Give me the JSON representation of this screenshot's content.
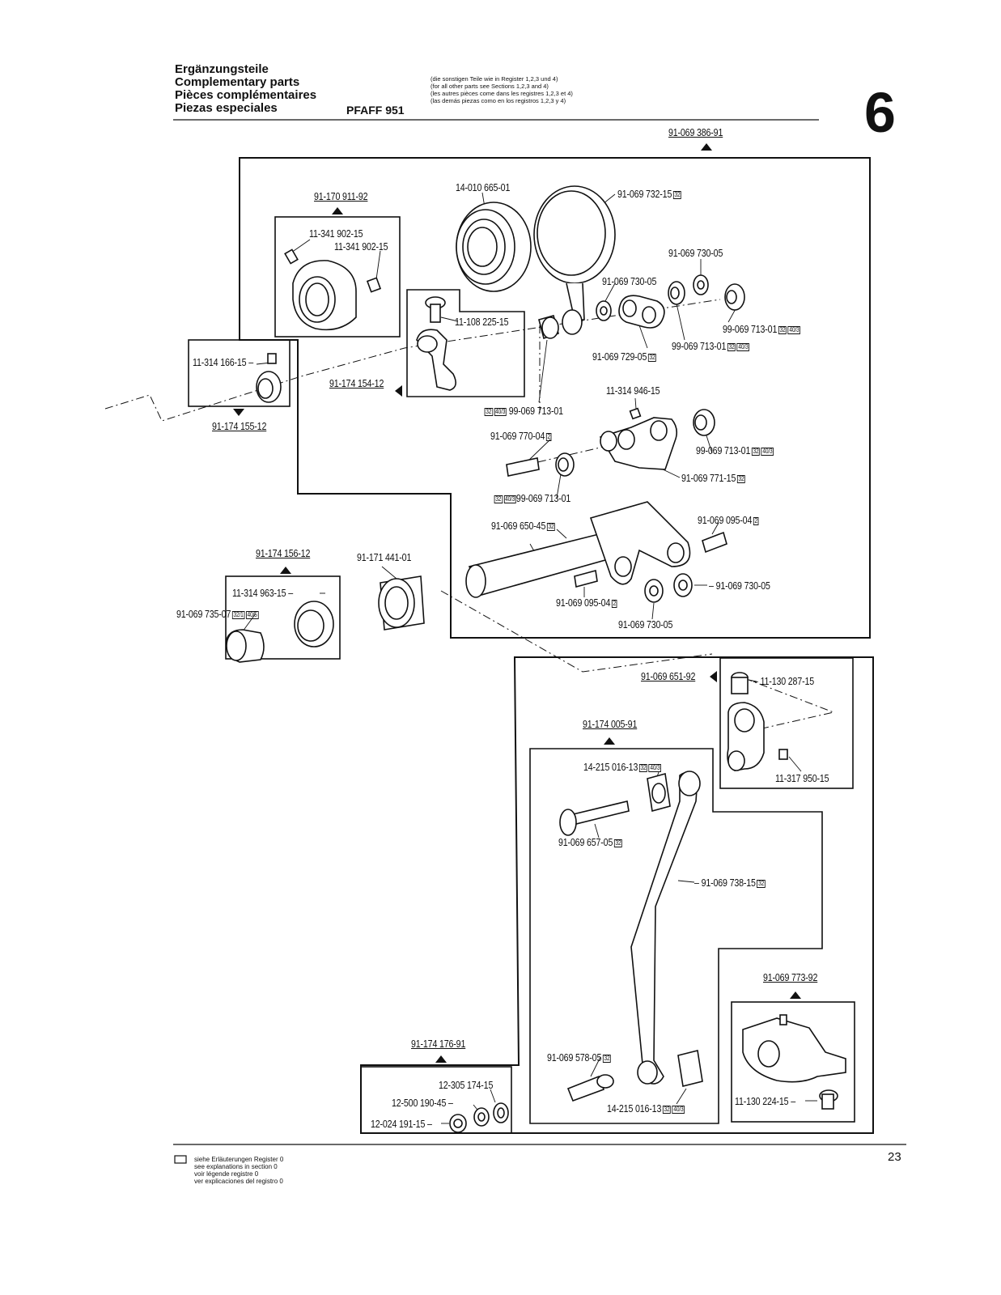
{
  "header": {
    "titles": [
      "Ergänzungsteile",
      "Complementary parts",
      "Pièces complémentaires",
      "Piezas especiales"
    ],
    "model": "PFAFF 951",
    "notes": [
      "(die sonstigen Teile wie in Register 1,2,3 und 4)",
      "(for all other parts see Sections 1,2,3 and 4)",
      "(les autres pièces come dans les registres 1,2,3 et 4)",
      "(las demás piezas como en los registros 1,2,3 y 4)"
    ],
    "section_number": "6"
  },
  "assemblies": {
    "main": "91-069 386-91",
    "a1": "91-170 911-92",
    "a2": "91-174 154-12",
    "a3": "91-174 155-12",
    "a4": "91-174 156-12",
    "a5": "91-069 651-92",
    "a6": "91-174 005-91",
    "a7": "91-069 773-92",
    "a8": "91-174 176-91"
  },
  "parts": {
    "p01": "14-010 665-01",
    "p02": "91-069 732-15",
    "p03": "91-069 730-05",
    "p04": "91-069 730-05",
    "p05": "99-069 713-01",
    "p06": "99-069 713-01",
    "p07": "91-069 729-05",
    "p08": "11-341 902-15",
    "p09": "11-341 902-15",
    "p10": "11-108 225-15",
    "p11": "11-314 166-15",
    "p12": "99-069 713-01",
    "p13": "11-314 946-15",
    "p14": "91-069 770-04",
    "p15": "99-069 713-01",
    "p16": "91-069 771-15",
    "p17": "99-069 713-01",
    "p18": "91-069 650-45",
    "p19": "91-069 095-04",
    "p20": "91-171 441-01",
    "p21": "11-314 963-15",
    "p22": "91-069 735-07",
    "p23": "91-069 730-05",
    "p24": "91-069 095-04",
    "p25": "91-069 730-05",
    "p26": "11-130 287-15",
    "p27": "11-317 950-15",
    "p28": "14-215 016-13",
    "p29": "91-069 657-05",
    "p30": "91-069 738-15",
    "p31": "91-069 578-05",
    "p32": "14-215 016-13",
    "p33": "11-130 224-15",
    "p34": "12-305 174-15",
    "p35": "12-500 190-45",
    "p36": "12-024 191-15"
  },
  "badges": {
    "b32": "32",
    "b40": "40/3",
    "b2": "2",
    "b321": "32/1",
    "b405": "40/5"
  },
  "footer": {
    "legend": [
      "siehe Erläuterungen Register 0",
      "see explanations in section 0",
      "voir légende registre 0",
      "ver explicaciones del registro 0"
    ],
    "page_number": "23"
  }
}
